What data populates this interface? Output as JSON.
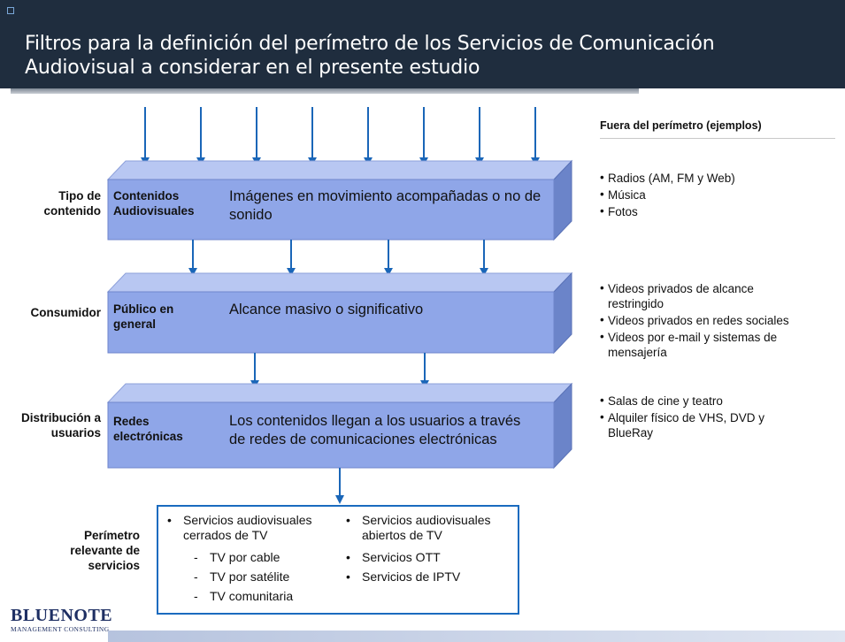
{
  "title": "Filtros para la definición del perímetro de los Servicios de Comunicación Audiovisual a considerar en el presente estudio",
  "side_title": "Fuera del perímetro (ejemplos)",
  "filters": [
    {
      "row_label": "Tipo de contenido",
      "name": "Contenidos Audiovisuales",
      "description": "Imágenes en movimiento acompañadas o no de sonido",
      "outside_examples": [
        "Radios (AM, FM y Web)",
        "Música",
        "Fotos"
      ]
    },
    {
      "row_label": "Consumidor",
      "name": "Público en general",
      "description": "Alcance masivo o significativo",
      "outside_examples": [
        "Videos privados de alcance restringido",
        "Videos privados en redes sociales",
        "Videos por e-mail y sistemas de mensajería"
      ]
    },
    {
      "row_label": "Distribución a usuarios",
      "name": "Redes electrónicas",
      "description": "Los contenidos llegan a los usuarios a través de redes de comunicaciones electrónicas",
      "outside_examples": [
        "Salas de cine y teatro",
        "Alquiler físico de VHS, DVD y BlueRay"
      ]
    }
  ],
  "perimeter": {
    "label": "Perímetro relevante de servicios",
    "left_item": "Servicios audiovisuales cerrados de TV",
    "left_subitems": [
      "TV por cable",
      "TV por satélite",
      "TV comunitaria"
    ],
    "right_items": [
      "Servicios audiovisuales abiertos de TV",
      "Servicios OTT",
      "Servicios de IPTV"
    ]
  },
  "logo": {
    "main": "BLUENOTE",
    "sub": "MANAGEMENT CONSULTING"
  },
  "bullet": "•",
  "dash": "-",
  "colors": {
    "header": "#1f2d3e",
    "slab": "#8fa6e8",
    "arrow": "#1a66b8",
    "box_border": "#1a6bbf",
    "logo": "#1e2f63"
  }
}
